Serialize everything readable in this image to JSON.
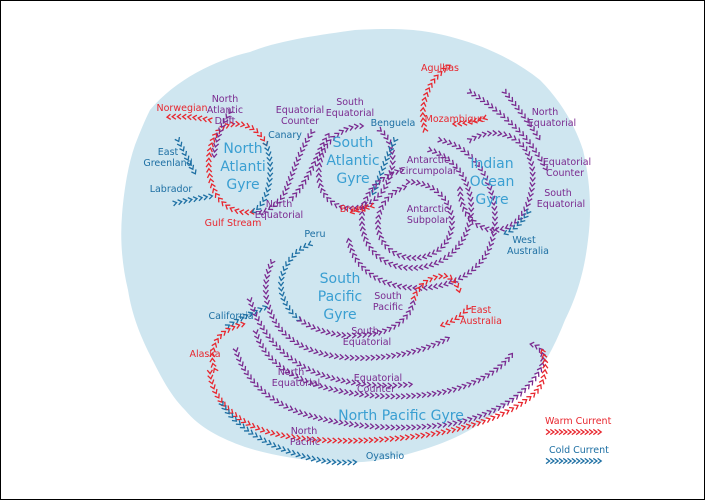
{
  "colors": {
    "warm": "#e8262e",
    "cold": "#1d6fa3",
    "equatorial": "#7a2a8f",
    "land": "#cfe6f0",
    "gyre_label": "#3a9fd2"
  },
  "gyres": {
    "north_atlantic": [
      "North",
      "Atlanti",
      "Gyre"
    ],
    "south_atlantic": [
      "South",
      "Atlantic",
      "Gyre"
    ],
    "indian_ocean": [
      "Indian",
      "Ocean",
      "Gyre"
    ],
    "south_pacific": [
      "South",
      "Pacific",
      "Gyre"
    ],
    "north_pacific": "North Pacific Gyre"
  },
  "currents": {
    "norwegian": "Norwegian",
    "north_atlantic_drift": [
      "North",
      "Atlantic",
      "Drift"
    ],
    "east_greenland": [
      "East",
      "Greenland"
    ],
    "labrador": "Labrador",
    "gulf_stream": "Gulf Stream",
    "canary": "Canary",
    "equatorial_counter_atl": [
      "Equatorial",
      "Counter"
    ],
    "north_equatorial_atl": [
      "North",
      "Equatorial"
    ],
    "south_equatorial_atl": [
      "South",
      "Equatorial"
    ],
    "benguela": "Benguela",
    "brazil": "Brazil",
    "agulhas": "Agulhas",
    "mozambique": "Mozambique",
    "antarctic_circumpolar": [
      "Antarctic",
      "Circumpolar"
    ],
    "antarctic_subpolar": [
      "Antarctic",
      "Subpolar"
    ],
    "north_equatorial_ind": [
      "North",
      "Equatorial"
    ],
    "equatorial_counter_ind": [
      "Equatorial",
      "Counter"
    ],
    "south_equatorial_ind": [
      "South",
      "Equatorial"
    ],
    "west_australia": [
      "West",
      "Australia"
    ],
    "peru": "Peru",
    "south_pacific": [
      "South",
      "Pacific"
    ],
    "east_australia": [
      "East",
      "Australia"
    ],
    "south_equatorial_pac": [
      "South",
      "Equatorial"
    ],
    "california": "California",
    "alaska": "Alaska",
    "north_equatorial_pac": [
      "North",
      "Equatorial"
    ],
    "equatorial_counter_pac": [
      "Equatorial",
      "Counter"
    ],
    "north_pacific": [
      "North",
      "Pacific"
    ],
    "oyashio": "Oyashio"
  },
  "legend": {
    "warm": "Warm Current",
    "cold": "Cold Current"
  }
}
